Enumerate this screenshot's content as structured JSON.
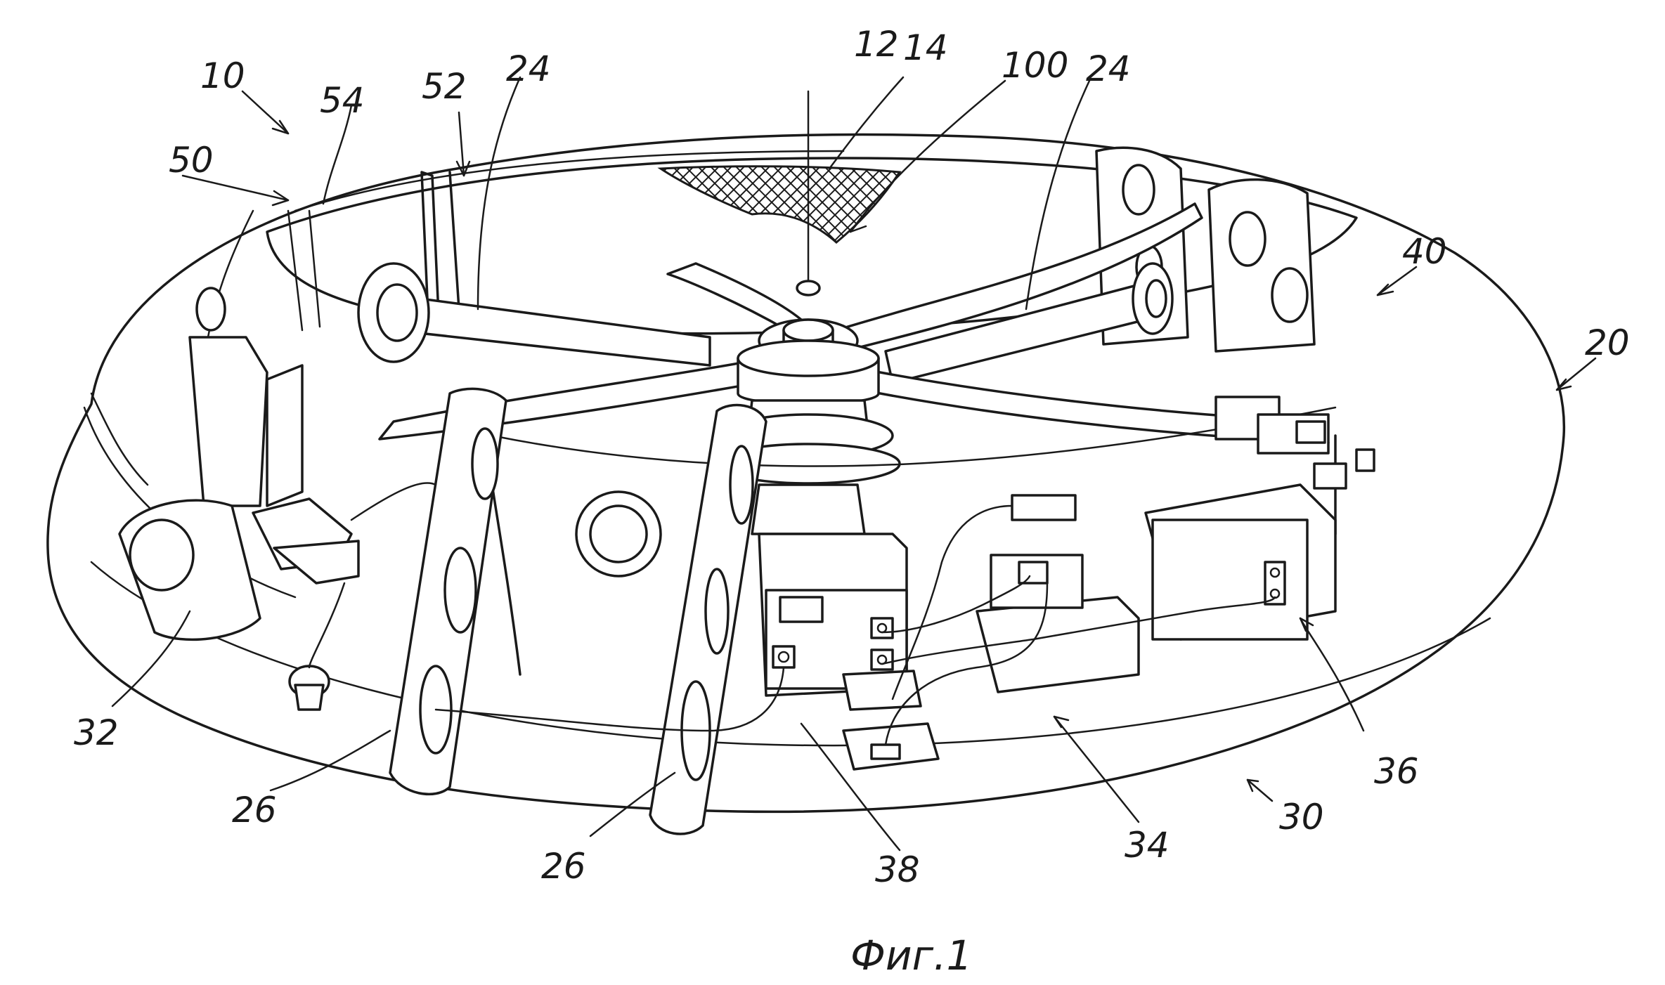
{
  "figure": {
    "caption": "Фиг.1",
    "labels": {
      "l10": "10",
      "l12": "12",
      "l14": "14",
      "l100": "100",
      "l24a": "24",
      "l24b": "24",
      "l50": "50",
      "l52": "52",
      "l54": "54",
      "l40": "40",
      "l20": "20",
      "l32": "32",
      "l26a": "26",
      "l26b": "26",
      "l38": "38",
      "l34": "34",
      "l30": "30",
      "l36": "36"
    }
  }
}
